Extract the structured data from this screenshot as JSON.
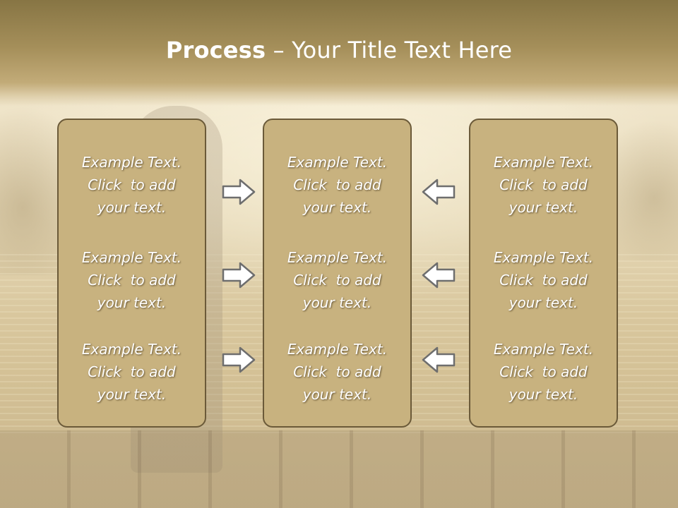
{
  "slide": {
    "title_bold": "Process",
    "title_rest": " – Your Title Text Here"
  },
  "columns": [
    {
      "blocks": [
        {
          "line1": "Example Text.",
          "line2": "Click  to add",
          "line3": "your text."
        },
        {
          "line1": "Example Text.",
          "line2": "Click  to add",
          "line3": "your text."
        },
        {
          "line1": "Example Text.",
          "line2": "Click  to add",
          "line3": "your text."
        }
      ]
    },
    {
      "blocks": [
        {
          "line1": "Example Text.",
          "line2": "Click  to add",
          "line3": "your text."
        },
        {
          "line1": "Example Text.",
          "line2": "Click  to add",
          "line3": "your text."
        },
        {
          "line1": "Example Text.",
          "line2": "Click  to add",
          "line3": "your text."
        }
      ]
    },
    {
      "blocks": [
        {
          "line1": "Example Text.",
          "line2": "Click  to add",
          "line3": "your text."
        },
        {
          "line1": "Example Text.",
          "line2": "Click  to add",
          "line3": "your text."
        },
        {
          "line1": "Example Text.",
          "line2": "Click  to add",
          "line3": "your text."
        }
      ]
    }
  ],
  "arrows": {
    "left_group": {
      "direction": "right",
      "icon": "arrow-right-icon"
    },
    "right_group": {
      "direction": "left",
      "icon": "arrow-left-icon"
    }
  },
  "colors": {
    "title_band": "#a58f5a",
    "panel_fill": "#c8b27f",
    "panel_border": "#6b5a39",
    "text": "#ffffff"
  }
}
